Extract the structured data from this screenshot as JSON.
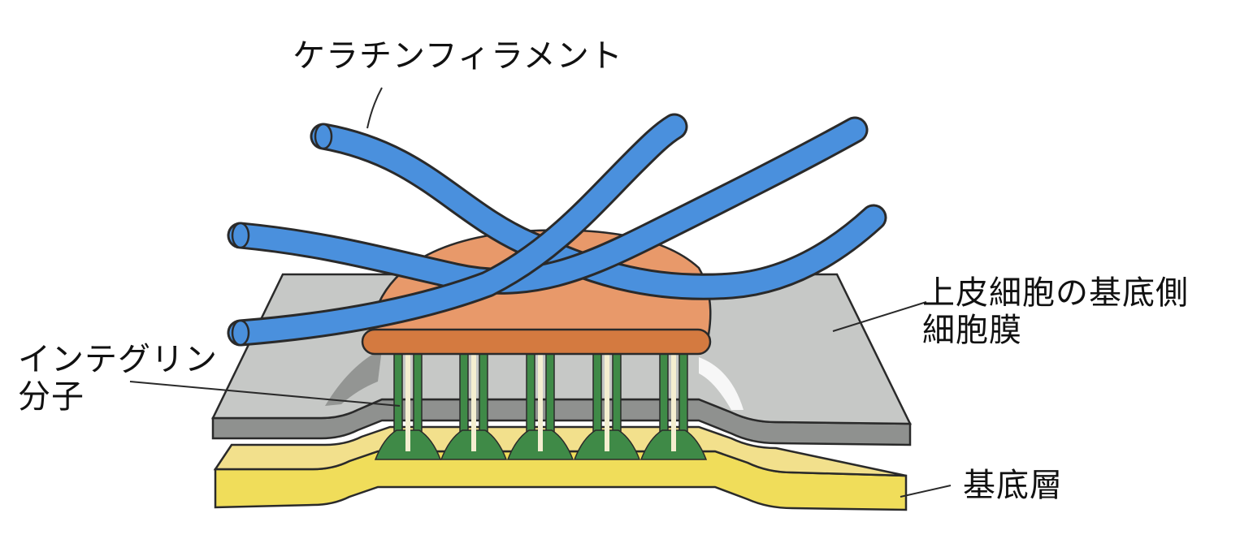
{
  "labels": {
    "keratin_filament": "ケラチンフィラメント",
    "membrane_line1": "上皮細胞の基底側",
    "membrane_line2": "細胞膜",
    "integrin_line1": "インテグリン",
    "integrin_line2": "分子",
    "basal_layer": "基底層"
  },
  "colors": {
    "filament": "#4a90dd",
    "filament_dark": "#2f6fb8",
    "plaque": "#e8996a",
    "plaque_edge": "#d47a40",
    "membrane_top": "#c6c8c6",
    "membrane_side": "#8f918f",
    "basal_top": "#f2e08c",
    "basal_side": "#f0dd5a",
    "integrin": "#3f8a47",
    "outline": "#2a2a2a"
  }
}
